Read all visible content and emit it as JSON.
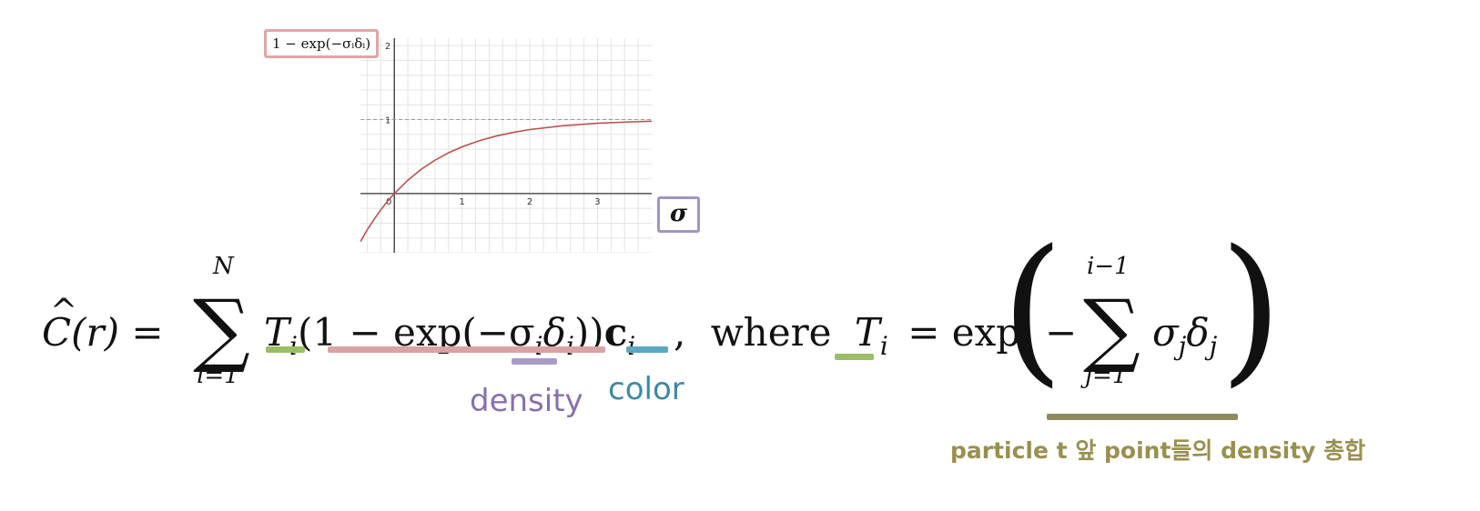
{
  "colors": {
    "transmittance": "#9bbd63",
    "alpha": "#d9a3a3",
    "density": "#a99bc8",
    "color": "#5aa9c0",
    "sum": "#8e8a5e",
    "curve": "#c0504d",
    "density_text": "#8a6fae",
    "color_text": "#3d8aa3",
    "sum_text": "#9a8f4e"
  },
  "plot_label": "1 − exp(−σᵢδᵢ)",
  "plot_axis_label": "σ",
  "chart_data": {
    "type": "line",
    "x_ticks": [
      "0",
      "1",
      "2",
      "3"
    ],
    "y_ticks": [
      "1",
      "2"
    ],
    "xlim": [
      -0.5,
      3.8
    ],
    "ylim": [
      -0.8,
      2.1
    ],
    "series": [
      {
        "x": [
          -0.5,
          -0.4,
          -0.3,
          -0.2,
          -0.1,
          0,
          0.2,
          0.4,
          0.6,
          0.8,
          1.0,
          1.25,
          1.5,
          1.75,
          2.0,
          2.5,
          3.0,
          3.5,
          3.8
        ],
        "y": [
          -0.65,
          -0.49,
          -0.35,
          -0.22,
          -0.105,
          0,
          0.181,
          0.33,
          0.451,
          0.551,
          0.632,
          0.713,
          0.777,
          0.826,
          0.865,
          0.918,
          0.95,
          0.97,
          0.978
        ]
      }
    ],
    "reference_line_y": 1,
    "grid": true
  },
  "equation": {
    "lhs_hat": "^",
    "lhs": "C(r) =",
    "sum_upper": "N",
    "sum_lower": "i=1",
    "T": "T",
    "sub_i": "i",
    "open_paren": "(",
    "alpha_term": "1 − exp(−σ",
    "delta": "δ",
    "close_paren": "))",
    "c": "c",
    "comma": ",",
    "where": "where",
    "equals_exp": "= exp",
    "minus": "−",
    "sum2_upper": "i−1",
    "sum2_lower": "j=1",
    "sigma_j": "σ",
    "delta_j": "δ",
    "sub_j": "j"
  },
  "labels": {
    "density": "density",
    "color": "color",
    "sum_note": "particle t 앞 point들의 density 총합"
  }
}
